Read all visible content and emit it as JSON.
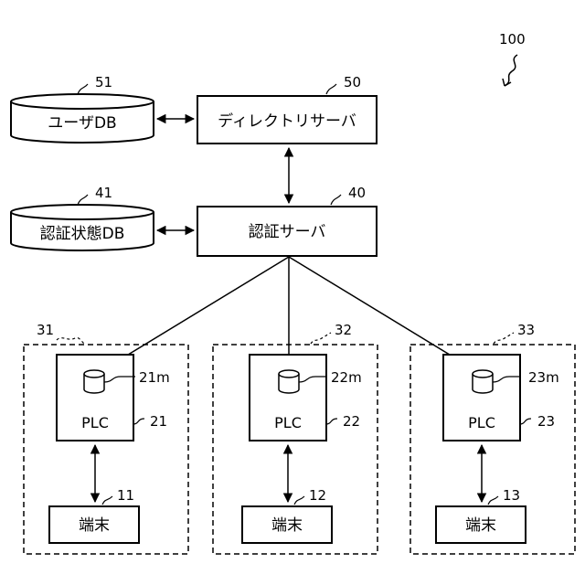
{
  "figure_number": "100",
  "directory_server": {
    "label": "ディレクトリサーバ",
    "ref": "50"
  },
  "user_db": {
    "label": "ユーザDB",
    "ref": "51"
  },
  "auth_server": {
    "label": "認証サーバ",
    "ref": "40"
  },
  "auth_state_db": {
    "label": "認証状態DB",
    "ref": "41"
  },
  "groups": [
    {
      "ref": "31",
      "plc": {
        "label": "PLC",
        "ref": "21",
        "mem_ref": "21m"
      },
      "terminal": {
        "label": "端末",
        "ref": "11"
      }
    },
    {
      "ref": "32",
      "plc": {
        "label": "PLC",
        "ref": "22",
        "mem_ref": "22m"
      },
      "terminal": {
        "label": "端末",
        "ref": "12"
      }
    },
    {
      "ref": "33",
      "plc": {
        "label": "PLC",
        "ref": "23",
        "mem_ref": "23m"
      },
      "terminal": {
        "label": "端末",
        "ref": "13"
      }
    }
  ]
}
